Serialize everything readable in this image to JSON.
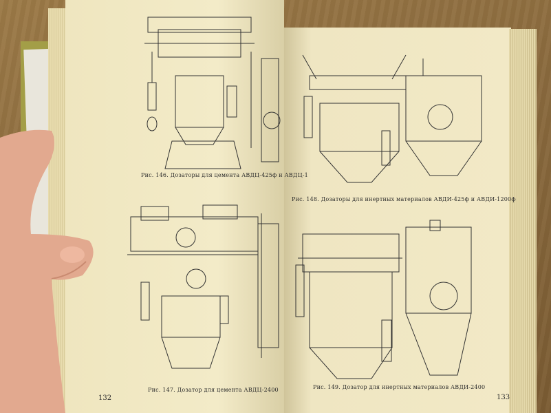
{
  "left_page": {
    "figures": [
      {
        "caption": "Рис. 146. Дозаторы для цемента АВДЦ-425ф и АВДЦ-1"
      },
      {
        "caption": "Рис. 147. Дозатор для цемента АВДЦ-2400"
      }
    ],
    "page_number": "132"
  },
  "right_page": {
    "figures": [
      {
        "caption": "Рис. 148. Дозаторы для инертных материалов АВДИ-425ф и АВДИ-1200ф"
      },
      {
        "caption": "Рис. 149. Дозатор для инертных материалов АВДИ-2400"
      }
    ],
    "page_number": "133"
  },
  "colors": {
    "paper": "#f1e8c3",
    "ink": "#2b2b2b",
    "desk": "#8a6a3e",
    "skin": "#e2a98f"
  }
}
